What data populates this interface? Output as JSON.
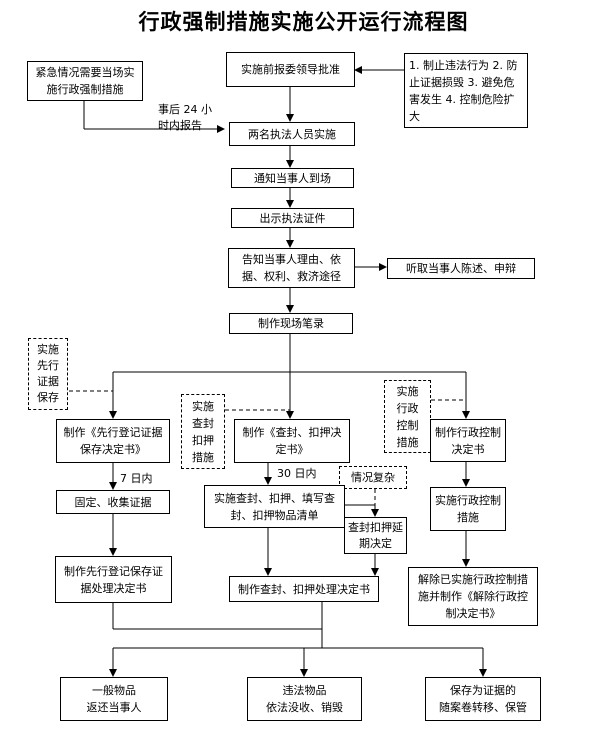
{
  "title": "行政强制措施实施公开运行流程图",
  "nodes": {
    "emergency": "紧急情况需要当场实施行政强制措施",
    "approval": "实施前报委领导批准",
    "conditions": "1. 制止违法行为 2. 防止证据损毁 3. 避免危害发生 4. 控制危险扩大",
    "two_officers": "两名执法人员实施",
    "notify": "通知当事人到场",
    "show_id": "出示执法证件",
    "inform": "告知当事人理由、依据、权利、救济途径",
    "hear": "听取当事人陈述、申辩",
    "record": "制作现场笔录",
    "evidence_method": "实施先行证据保存",
    "seal_method": "实施查封扣押措施",
    "control_method": "实施行政控制措施",
    "evidence_decision": "制作《先行登记证据保存决定书》",
    "seal_decision": "制作《查封、扣押决定书》",
    "control_decision": "制作行政控制决定书",
    "complex": "情况复杂",
    "fix_evidence": "固定、收集证据",
    "do_seal": "实施查封、扣押、填写查封、扣押物品清单",
    "extend": "查封扣押延期决定",
    "do_control": "实施行政控制措施",
    "evidence_handling": "制作先行登记保存证据处理决定书",
    "seal_handling": "制作查封、扣押处理决定书",
    "release_control": "解除已实施行政控制措施并制作《解除行政控制决定书》",
    "general_items": "一般物品\n返还当事人",
    "illegal_items": "违法物品\n依法没收、销毁",
    "kept_evidence": "保存为证据的\n随案卷转移、保管"
  },
  "labels": {
    "report_24h": "事后 24 小时内报告",
    "days_7": "7 日内",
    "days_30": "30 日内"
  }
}
